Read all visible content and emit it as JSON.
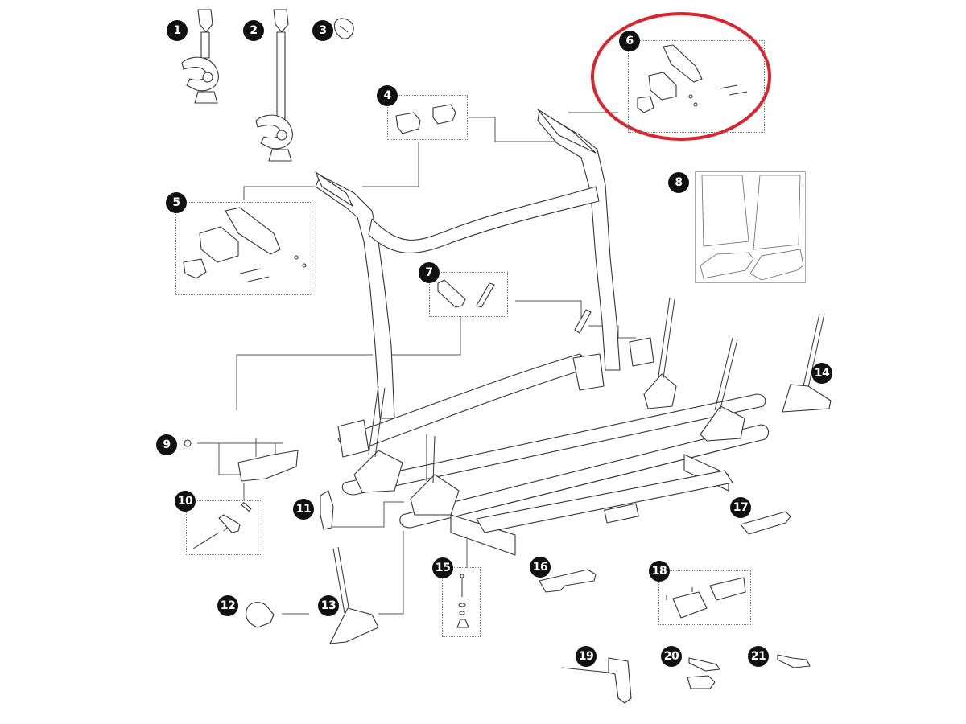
{
  "diagram": {
    "type": "exploded-parts-diagram",
    "subject": "bike carrier rack",
    "highlight": {
      "part": "6",
      "color": "#d7262e",
      "shape": "ellipse"
    },
    "callouts": [
      {
        "id": "1",
        "label": "1",
        "part": "short arm with clamp"
      },
      {
        "id": "2",
        "label": "2",
        "part": "long arm with clamp"
      },
      {
        "id": "3",
        "label": "3",
        "part": "strap"
      },
      {
        "id": "4",
        "label": "4",
        "part": "end cap kit"
      },
      {
        "id": "5",
        "label": "5",
        "part": "mounting bracket kit (left)"
      },
      {
        "id": "6",
        "label": "6",
        "part": "mounting bracket kit (right)"
      },
      {
        "id": "7",
        "label": "7",
        "part": "clip kit"
      },
      {
        "id": "8",
        "label": "8",
        "part": "protective pads"
      },
      {
        "id": "9",
        "label": "9",
        "part": "cap"
      },
      {
        "id": "10",
        "label": "10",
        "part": "hinge pin kit"
      },
      {
        "id": "11",
        "label": "11",
        "part": "rail clip"
      },
      {
        "id": "12",
        "label": "12",
        "part": "end cap"
      },
      {
        "id": "13",
        "label": "13",
        "part": "wheel holder"
      },
      {
        "id": "14",
        "label": "14",
        "part": "wheel holder"
      },
      {
        "id": "15",
        "label": "15",
        "part": "bolt and knob kit"
      },
      {
        "id": "16",
        "label": "16",
        "part": "rail end cover"
      },
      {
        "id": "17",
        "label": "17",
        "part": "rail end cover"
      },
      {
        "id": "18",
        "label": "18",
        "part": "handle grip kit"
      },
      {
        "id": "19",
        "label": "19",
        "part": "locking rod"
      },
      {
        "id": "20",
        "label": "20",
        "part": "lock cylinder with key"
      },
      {
        "id": "21",
        "label": "21",
        "part": "key"
      }
    ]
  }
}
